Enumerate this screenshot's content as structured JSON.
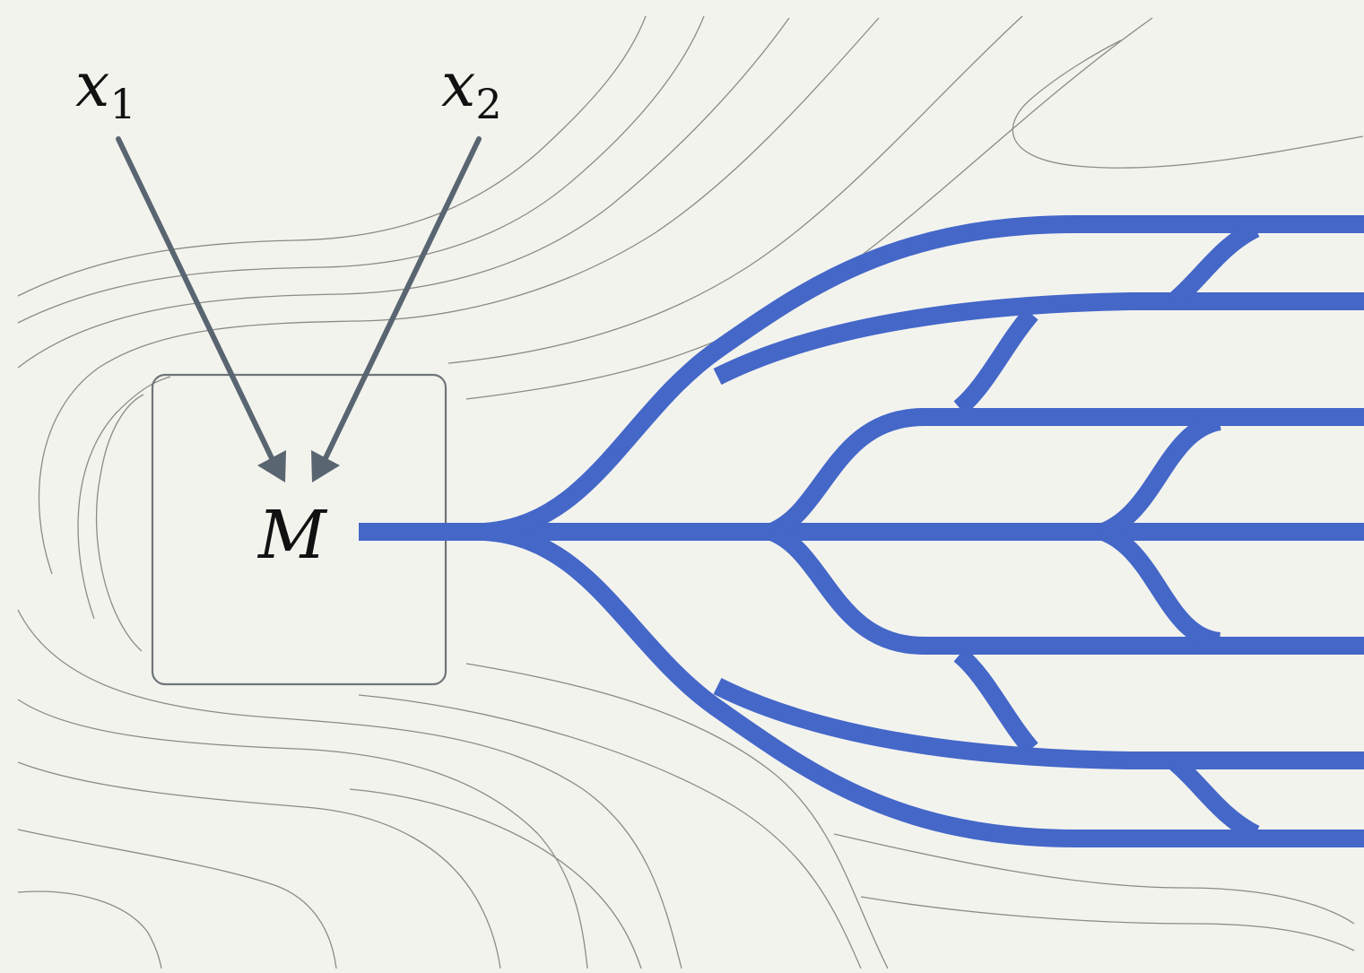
{
  "labels": {
    "input_1": {
      "symbol": "x",
      "subscript": "1"
    },
    "input_2": {
      "symbol": "x",
      "subscript": "2"
    },
    "node": "M"
  },
  "colors": {
    "background": "#f3f3ee",
    "branch": "#4467c8",
    "arrow": "#596570",
    "contour": "#8a8c88",
    "box_border": "#6f7579"
  }
}
